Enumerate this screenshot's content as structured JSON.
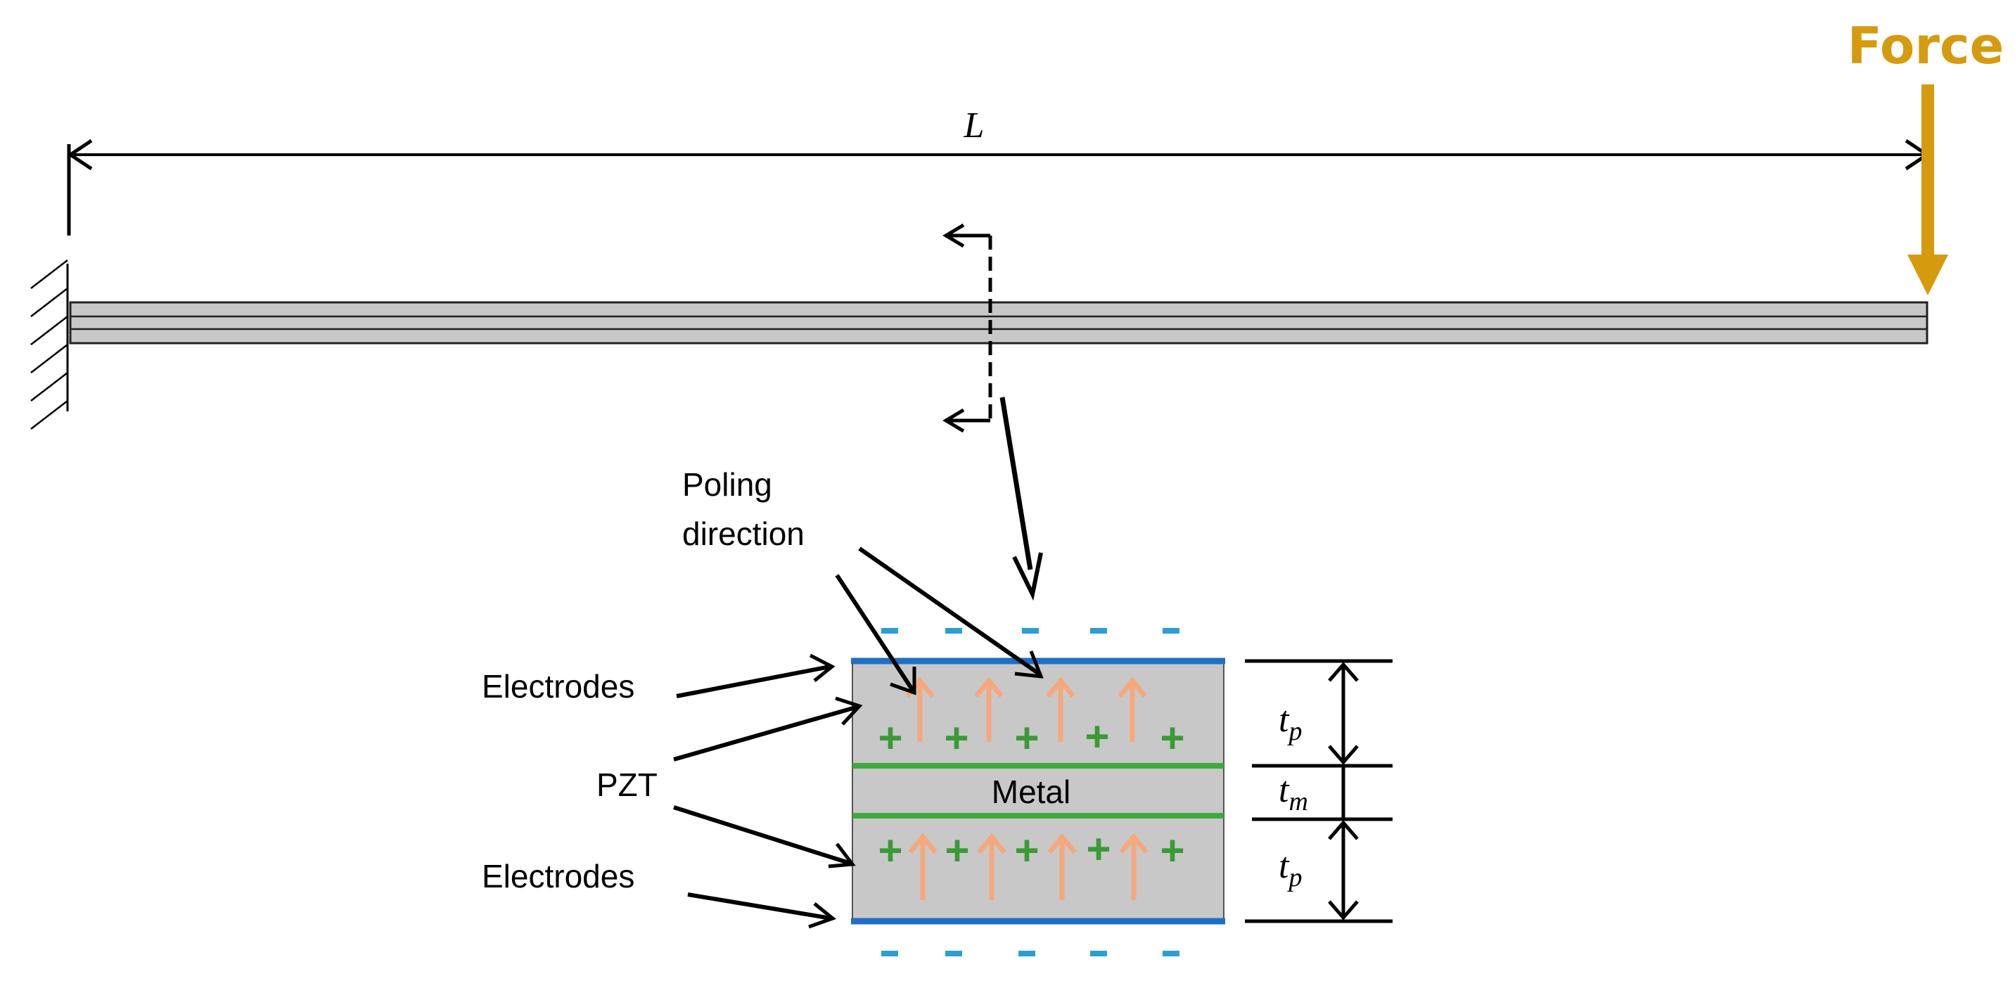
{
  "labels": {
    "force": "Force",
    "length": "L",
    "poling_line1": "Poling",
    "poling_line2": "direction",
    "electrodes_top": "Electrodes",
    "pzt": "PZT",
    "electrodes_bottom": "Electrodes",
    "metal": "Metal"
  },
  "dimensions": {
    "tp_top": {
      "base": "t",
      "sub": "p"
    },
    "tm": {
      "base": "t",
      "sub": "m"
    },
    "tp_bottom": {
      "base": "t",
      "sub": "p"
    }
  },
  "charges": {
    "plus": "+",
    "minus": "–"
  },
  "colors": {
    "force": "#d59a0e",
    "electrode": "#1f6fc4",
    "metal_interface": "#3daa3d",
    "plus": "#3a9a34",
    "minus": "#2a9fd0",
    "poling_arrow": "#f5a87d",
    "layer_fill": "#c8c8c8"
  }
}
